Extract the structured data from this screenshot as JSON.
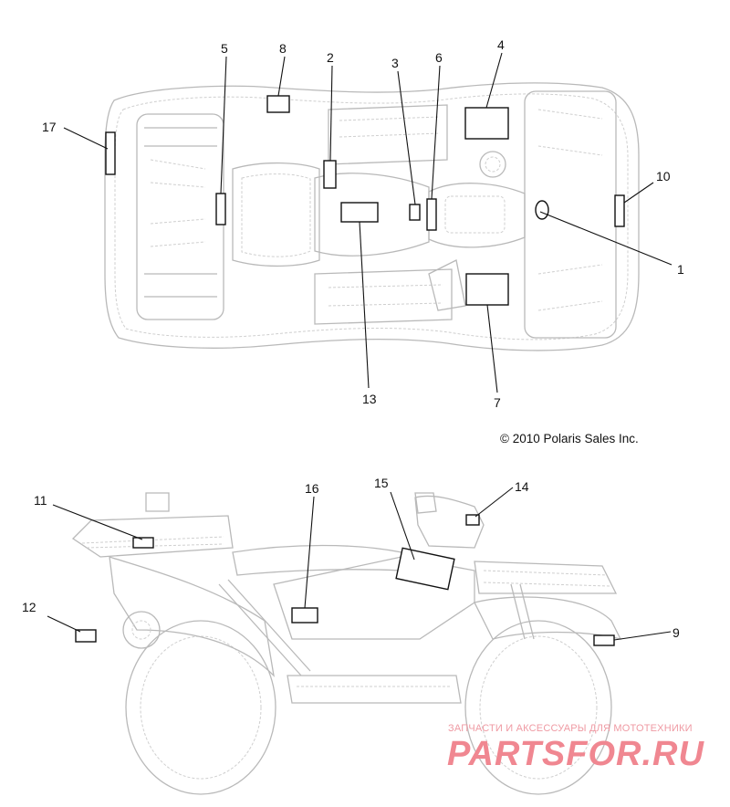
{
  "copyright": "© 2010 Polaris Sales Inc.",
  "watermark": {
    "tagline": "ЗАПЧАСТИ И АКСЕССУАРЫ ДЛЯ МОТОТЕХНИКИ",
    "brand": "PARTSFOR.RU",
    "color": "#f08791"
  },
  "callouts": [
    "1",
    "2",
    "3",
    "4",
    "5",
    "6",
    "7",
    "8",
    "9",
    "10",
    "11",
    "12",
    "13",
    "14",
    "15",
    "16",
    "17"
  ]
}
